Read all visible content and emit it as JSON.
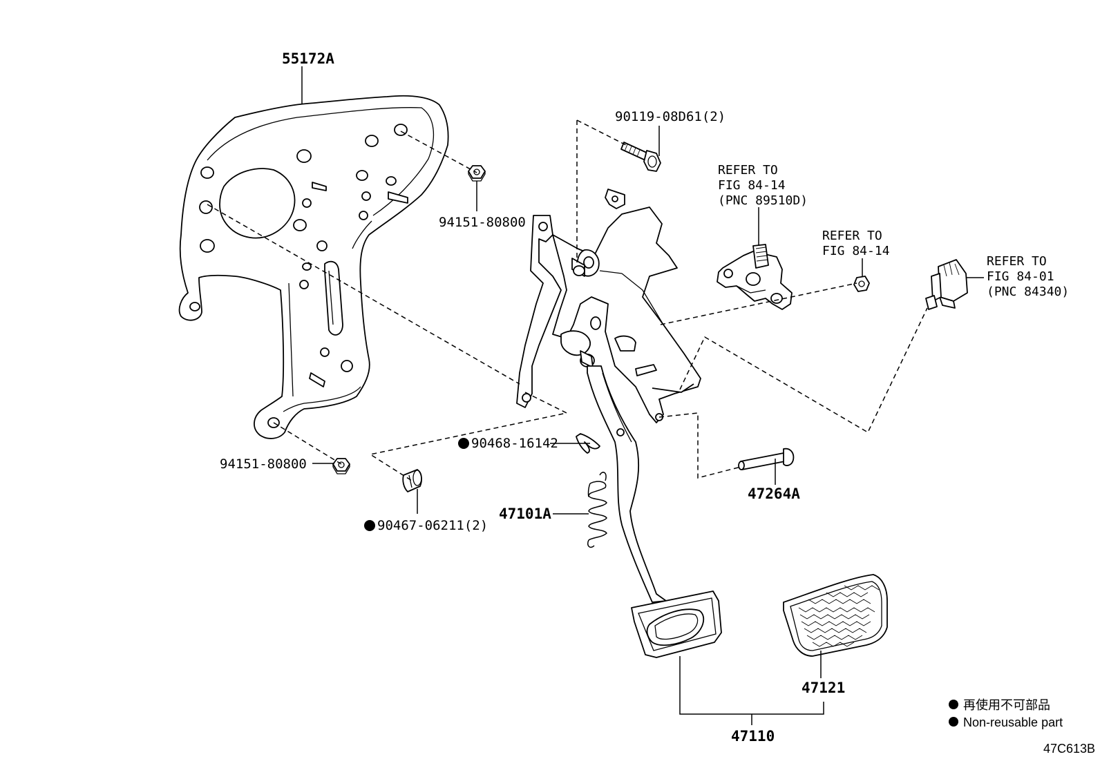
{
  "parts": {
    "bracket": "55172A",
    "bolt": "90119-08D61(2)",
    "nut_upper": "94151-80800",
    "nut_lower": "94151-80800",
    "clip": "90468-16142",
    "bushing": "90467-06211(2)",
    "spring": "47101A",
    "pin": "47264A",
    "pedal_assy": "47110",
    "pedal_pad": "47121"
  },
  "references": {
    "sensor": [
      "REFER TO",
      "FIG 84-14",
      "(PNC 89510D)"
    ],
    "nut": [
      "REFER TO",
      "FIG 84-14"
    ],
    "switch": [
      "REFER TO",
      "FIG 84-01",
      "(PNC 84340)"
    ]
  },
  "legend": {
    "line1": "再使用不可部品",
    "line2": "Non-reusable part"
  },
  "figure_code": "47C613B"
}
